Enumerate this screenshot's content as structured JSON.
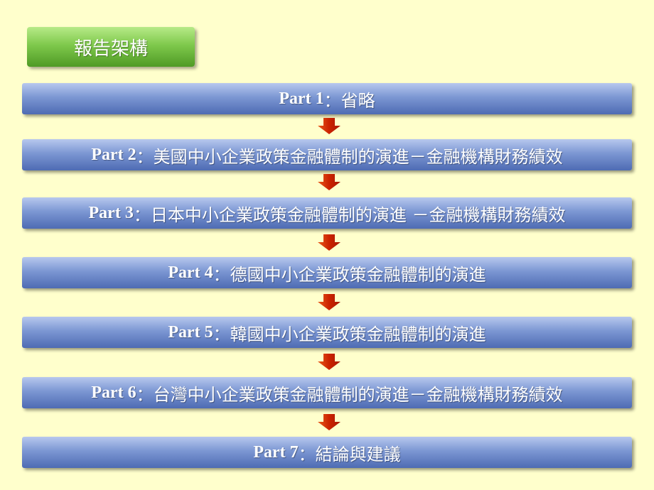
{
  "title": "報告架構",
  "sections": [
    {
      "part": "Part 1",
      "sep": "：",
      "text": "省略"
    },
    {
      "part": "Part 2",
      "sep": "：",
      "text": "美國中小企業政策金融體制的演進－金融機構財務績效"
    },
    {
      "part": "Part 3",
      "sep": "：",
      "text": "日本中小企業政策金融體制的演進 －金融機構財務績效"
    },
    {
      "part": "Part 4",
      "sep": "：",
      "text": "德國中小企業政策金融體制的演進"
    },
    {
      "part": "Part 5",
      "sep": "：",
      "text": "韓國中小企業政策金融體制的演進"
    },
    {
      "part": "Part 6",
      "sep": "：",
      "text": "台灣中小企業政策金融體制的演進－金融機構財務績效"
    },
    {
      "part": "Part 7",
      "sep": "：",
      "text": "結論與建議"
    }
  ],
  "colors": {
    "background": "#ffffcc",
    "title_box": "#6bbf3a",
    "bar": "#6f89c9",
    "arrow": "#cc2200"
  }
}
